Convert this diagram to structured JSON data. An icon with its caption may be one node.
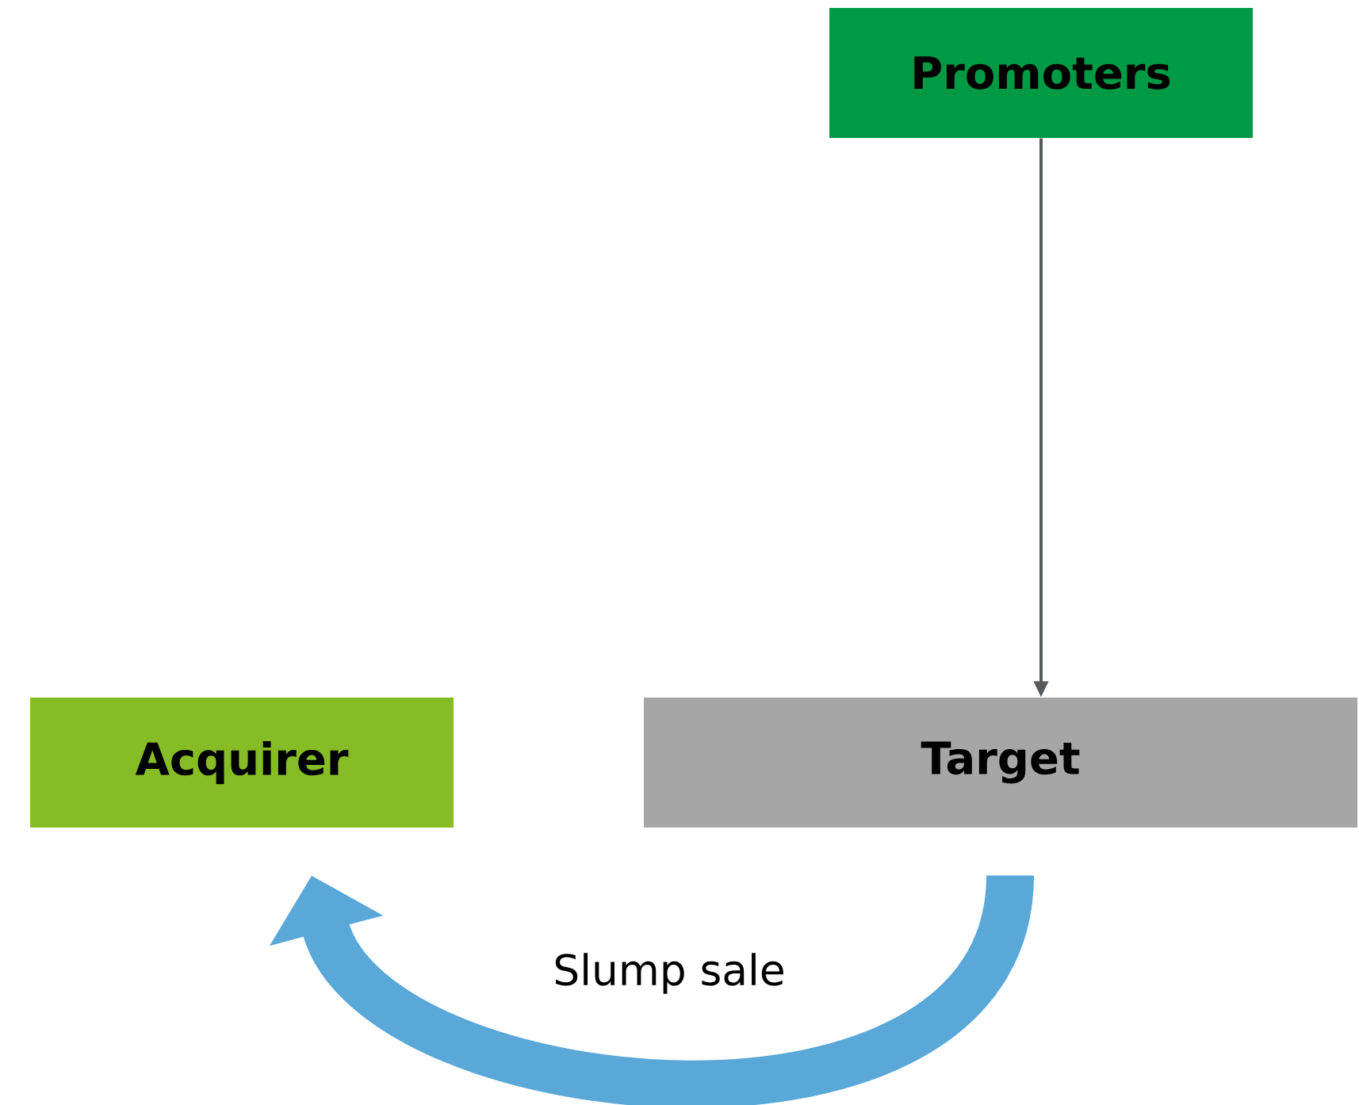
{
  "diagram": {
    "nodes": [
      {
        "text": [
          "Promoters"
        ]
      },
      {
        "text": [
          "Acquirer"
        ]
      },
      {
        "text": [
          "Target"
        ]
      }
    ],
    "edges": [
      {
        "from": 0,
        "to": 2,
        "arrow": "to",
        "color": "#58595b"
      },
      {
        "from": 2,
        "to": 1,
        "arrow": "to",
        "label": "Slump sale",
        "style": "thick",
        "color": "#5aa8d8"
      }
    ]
  }
}
